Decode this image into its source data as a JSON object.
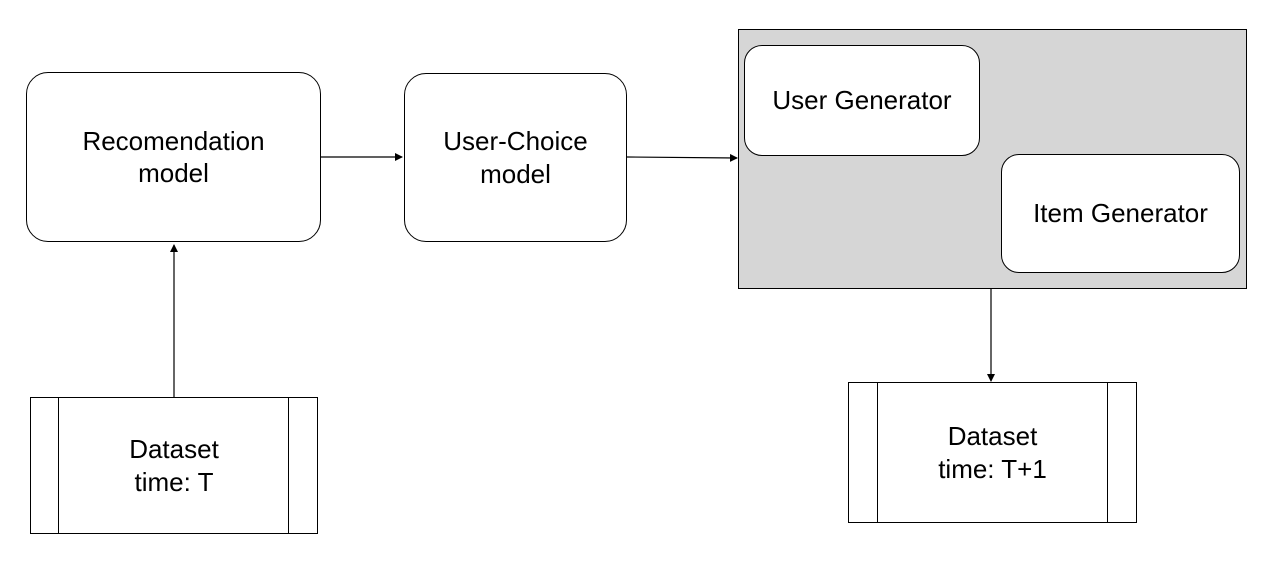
{
  "nodes": {
    "recommendation_model": "Recomendation\nmodel",
    "user_choice_model": "User-Choice\nmodel",
    "user_generator": "User Generator",
    "item_generator": "Item Generator",
    "dataset_t": "Dataset\ntime: T",
    "dataset_t1": "Dataset\ntime: T+1"
  },
  "colors": {
    "container_fill": "#d6d6d6",
    "stroke": "#000000",
    "node_fill": "#ffffff"
  }
}
